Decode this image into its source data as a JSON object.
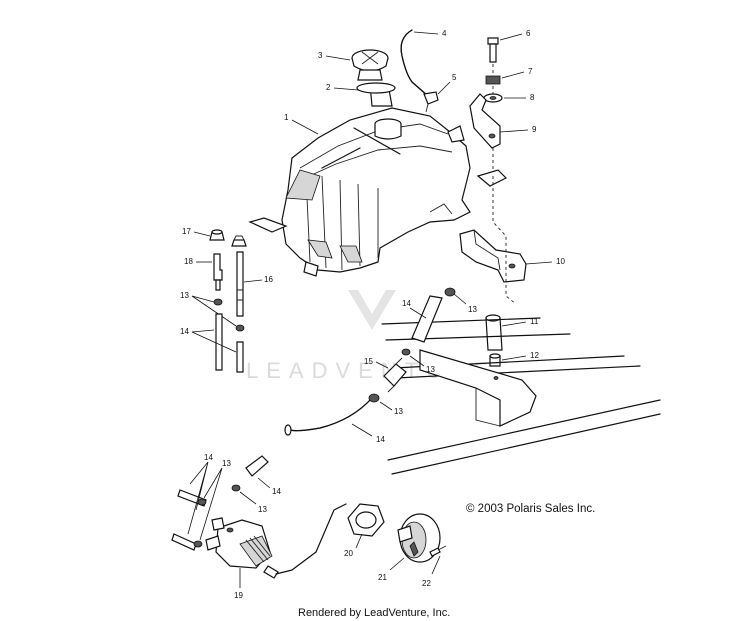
{
  "callouts": [
    "1",
    "2",
    "3",
    "4",
    "5",
    "6",
    "7",
    "8",
    "9",
    "10",
    "11",
    "12",
    "13",
    "14",
    "15",
    "16",
    "17",
    "18",
    "19",
    "20",
    "21",
    "22"
  ],
  "labels": {
    "l1": "1",
    "l2": "2",
    "l3": "3",
    "l4": "4",
    "l5": "5",
    "l6": "6",
    "l7": "7",
    "l8": "8",
    "l9": "9",
    "l10": "10",
    "l11": "11",
    "l12": "12",
    "l13a": "13",
    "l13b": "13",
    "l13c": "13",
    "l13d": "13",
    "l13e": "13",
    "l13f": "13",
    "l14a": "14",
    "l14b": "14",
    "l14c": "14",
    "l14d": "14",
    "l14e": "14",
    "l15": "15",
    "l16": "16",
    "l17": "17",
    "l18": "18",
    "l19": "19",
    "l20": "20",
    "l21": "21",
    "l22": "22"
  },
  "copyright": "© 2003 Polaris Sales Inc.",
  "footer": "Rendered by LeadVenture, Inc.",
  "watermark": "LEADVENTURE"
}
